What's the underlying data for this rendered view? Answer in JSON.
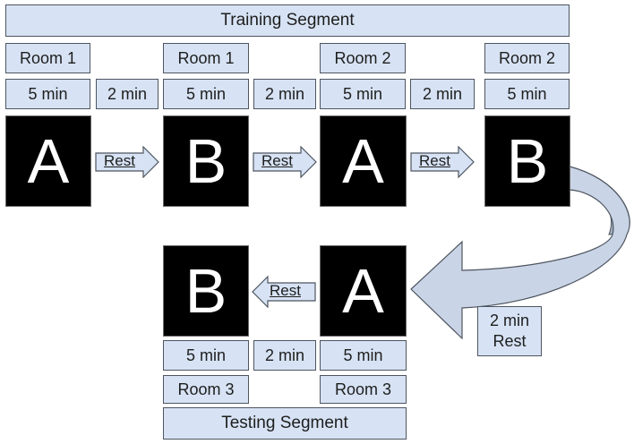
{
  "training_label": "Training Segment",
  "testing_label": "Testing Segment",
  "training": {
    "rooms": [
      "Room 1",
      "Room 1",
      "Room 2",
      "Room 2"
    ],
    "durations": [
      "5 min",
      "5 min",
      "5 min",
      "5 min"
    ],
    "gaps": [
      "2 min",
      "2 min",
      "2 min"
    ],
    "letters": [
      "A",
      "B",
      "A",
      "B"
    ],
    "rest_labels": [
      "Rest",
      "Rest",
      "Rest"
    ]
  },
  "testing": {
    "letters": [
      "B",
      "A"
    ],
    "durations": [
      "5 min",
      "5 min"
    ],
    "gap": "2 min",
    "rooms": [
      "Room 3",
      "Room 3"
    ],
    "rest_label": "Rest"
  },
  "transition": {
    "line1": "2 min",
    "line2": "Rest"
  },
  "colors": {
    "box_fill": "#d7e3f4",
    "card_fill": "#000000",
    "curve_fill": "#c9d4e6",
    "curve_shade": "#a3afc0"
  }
}
